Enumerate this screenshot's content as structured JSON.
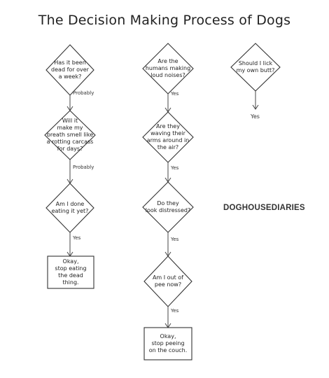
{
  "title": "The Decision Making Process of Dogs",
  "brand": "DOGHOUSEDIARIES",
  "nodes": {
    "a1": "Has it been\ndead for over\na week?",
    "a2": "Will it\nmake my\nbreath smell like\na rotting carcass\nfor days?",
    "a3": "Am I done\neating it yet?",
    "a4": "Okay,\nstop eating\nthe dead\nthing.",
    "b1": "Are the\nhumans making\nloud noises?",
    "b2": "Are they\nwaving their\narms around in\nthe air?",
    "b3": "Do they\nlook distressed?",
    "b4": "Am I out of\npee now?",
    "b5": "Okay,\nstop peeing\non the couch.",
    "c1": "Should I lick\nmy own butt?"
  },
  "edges": {
    "a1_a2": "Probably",
    "a2_a3": "Probably",
    "a3_a4": "Yes",
    "b1_b2": "Yes",
    "b2_b3": "Yes",
    "b3_b4": "Yes",
    "b4_b5": "Yes",
    "c1_end": "Yes"
  }
}
